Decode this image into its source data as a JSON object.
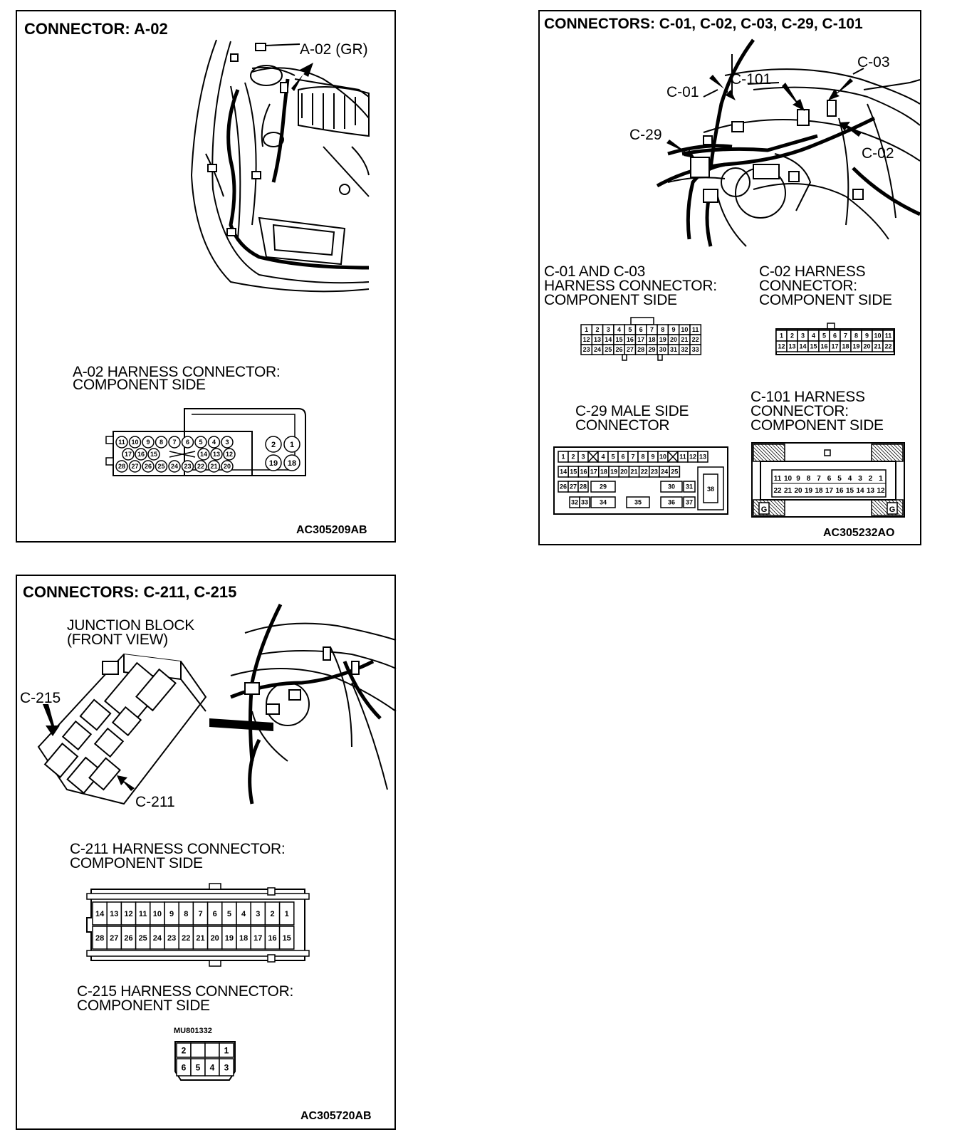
{
  "panel_a02": {
    "title": "CONNECTOR: A-02",
    "callout": "A-02 (GR)",
    "caption_line1": "A-02 HARNESS CONNECTOR:",
    "caption_line2": "COMPONENT SIDE",
    "code": "AC305209AB",
    "pins_row1": [
      "11",
      "10",
      "9",
      "8",
      "7",
      "6",
      "5",
      "4",
      "3"
    ],
    "pins_row2_left": [
      "17",
      "16",
      "15"
    ],
    "pins_row2_right": [
      "14",
      "13",
      "12"
    ],
    "pins_row3": [
      "28",
      "27",
      "26",
      "25",
      "24",
      "23",
      "22",
      "21",
      "20"
    ],
    "pins_big": [
      "2",
      "1",
      "19",
      "18"
    ]
  },
  "panel_c01": {
    "title": "CONNECTORS: C-01, C-02, C-03, C-29, C-101",
    "callouts": [
      "C-01",
      "C-101",
      "C-03",
      "C-29",
      "C-02"
    ],
    "caption_c01_c03": [
      "C-01 AND C-03",
      "HARNESS CONNECTOR:",
      "COMPONENT SIDE"
    ],
    "caption_c02": [
      "C-02 HARNESS",
      "CONNECTOR:",
      "COMPONENT SIDE"
    ],
    "caption_c29": [
      "C-29 MALE SIDE",
      "CONNECTOR"
    ],
    "caption_c101": [
      "C-101 HARNESS",
      "CONNECTOR:",
      "COMPONENT SIDE"
    ],
    "code": "AC305232AO",
    "c01_rows": [
      [
        "1",
        "2",
        "3",
        "4",
        "5",
        "6",
        "7",
        "8",
        "9",
        "10",
        "11"
      ],
      [
        "12",
        "13",
        "14",
        "15",
        "16",
        "17",
        "18",
        "19",
        "20",
        "21",
        "22"
      ],
      [
        "23",
        "24",
        "25",
        "26",
        "27",
        "28",
        "29",
        "30",
        "31",
        "32",
        "33"
      ]
    ],
    "c02_rows": [
      [
        "1",
        "2",
        "3",
        "4",
        "5",
        "6",
        "7",
        "8",
        "9",
        "10",
        "11"
      ],
      [
        "12",
        "13",
        "14",
        "15",
        "16",
        "17",
        "18",
        "19",
        "20",
        "21",
        "22"
      ]
    ],
    "c29_row1": [
      "1",
      "2",
      "3",
      "",
      "4",
      "5",
      "6",
      "7",
      "8",
      "9",
      "10",
      "",
      "11",
      "12",
      "13"
    ],
    "c29_row2": [
      "14",
      "15",
      "16",
      "17",
      "18",
      "19",
      "20",
      "21",
      "22",
      "23",
      "24",
      "25"
    ],
    "c29_row3": [
      "26",
      "27",
      "28",
      "29",
      "30",
      "31",
      "38"
    ],
    "c29_row4": [
      "32",
      "33",
      "34",
      "35",
      "36",
      "37"
    ],
    "c101_row1": [
      "11",
      "10",
      "9",
      "8",
      "7",
      "6",
      "5",
      "4",
      "3",
      "2",
      "1"
    ],
    "c101_row2": [
      "22",
      "21",
      "20",
      "19",
      "18",
      "17",
      "16",
      "15",
      "14",
      "13",
      "12"
    ],
    "c101_ground": "G"
  },
  "panel_c211": {
    "title": "CONNECTORS: C-211, C-215",
    "junction_line1": "JUNCTION BLOCK",
    "junction_line2": "(FRONT VIEW)",
    "callout_c215": "C-215",
    "callout_c211": "C-211",
    "caption_c211_1": "C-211 HARNESS CONNECTOR:",
    "caption_c211_2": "COMPONENT SIDE",
    "c211_row1": [
      "14",
      "13",
      "12",
      "11",
      "10",
      "9",
      "8",
      "7",
      "6",
      "5",
      "4",
      "3",
      "2",
      "1"
    ],
    "c211_row2": [
      "28",
      "27",
      "26",
      "25",
      "24",
      "23",
      "22",
      "21",
      "20",
      "19",
      "18",
      "17",
      "16",
      "15"
    ],
    "caption_c215_1": "C-215 HARNESS CONNECTOR:",
    "caption_c215_2": "COMPONENT SIDE",
    "part_number": "MU801332",
    "c215_row1": [
      "2",
      "1"
    ],
    "c215_row2": [
      "6",
      "5",
      "4",
      "3"
    ],
    "code": "AC305720AB"
  }
}
